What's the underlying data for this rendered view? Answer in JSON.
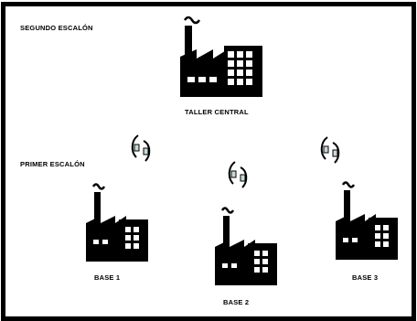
{
  "levels": {
    "second": "SEGUNDO  ESCALÓN",
    "first": "PRIMER ESCALÓN"
  },
  "nodes": {
    "central": "TALLER CENTRAL",
    "base1": "BASE 1",
    "base2": "BASE 2",
    "base3": "BASE 3"
  },
  "colors": {
    "ink": "#000000",
    "link_fill": "#c9d8dd",
    "background": "#ffffff"
  },
  "icons": {
    "factory": "factory-icon",
    "link": "wireless-link-icon"
  }
}
